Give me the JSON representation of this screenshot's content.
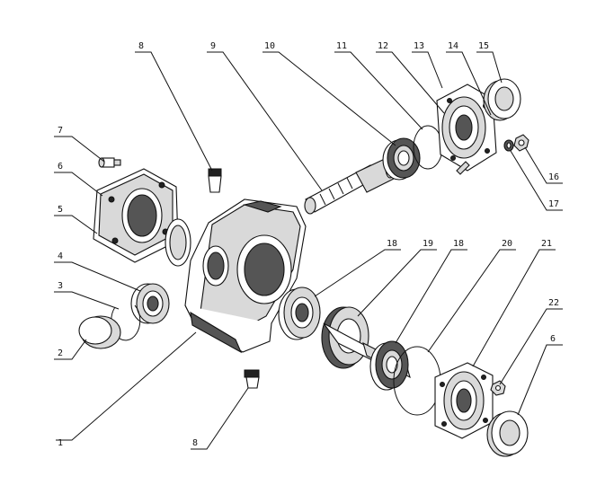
{
  "diagram": {
    "callouts": [
      {
        "id": "c7",
        "text": "7"
      },
      {
        "id": "c6a",
        "text": "6"
      },
      {
        "id": "c5",
        "text": "5"
      },
      {
        "id": "c4",
        "text": "4"
      },
      {
        "id": "c3",
        "text": "3"
      },
      {
        "id": "c2",
        "text": "2"
      },
      {
        "id": "c1",
        "text": "1"
      },
      {
        "id": "c8a",
        "text": "8"
      },
      {
        "id": "c9",
        "text": "9"
      },
      {
        "id": "c10",
        "text": "10"
      },
      {
        "id": "c11",
        "text": "11"
      },
      {
        "id": "c12",
        "text": "12"
      },
      {
        "id": "c13",
        "text": "13"
      },
      {
        "id": "c14",
        "text": "14"
      },
      {
        "id": "c15",
        "text": "15"
      },
      {
        "id": "c16",
        "text": "16"
      },
      {
        "id": "c17",
        "text": "17"
      },
      {
        "id": "c18a",
        "text": "18"
      },
      {
        "id": "c19",
        "text": "19"
      },
      {
        "id": "c18b",
        "text": "18"
      },
      {
        "id": "c20",
        "text": "20"
      },
      {
        "id": "c21",
        "text": "21"
      },
      {
        "id": "c22",
        "text": "22"
      },
      {
        "id": "c6b",
        "text": "6"
      },
      {
        "id": "c8b",
        "text": "8"
      }
    ]
  }
}
